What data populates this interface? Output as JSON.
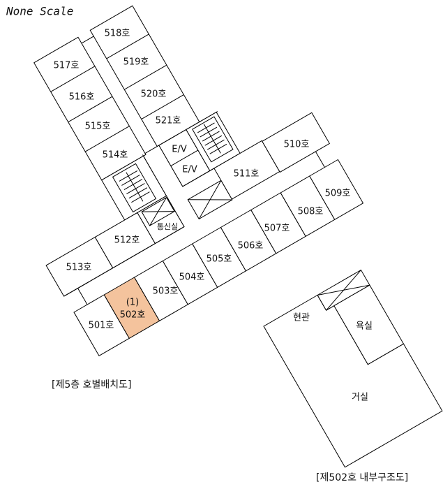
{
  "scale_note": "None Scale",
  "colors": {
    "highlight": "#f4c39d",
    "line": "#000000"
  },
  "floor_plan": {
    "caption": "[제5층 호별배치도]",
    "highlighted_room": "502호",
    "rooms": {
      "r501": "501호",
      "r502_tag": "(1)",
      "r502": "502호",
      "r503": "503호",
      "r504": "504호",
      "r505": "505호",
      "r506": "506호",
      "r507": "507호",
      "r508": "508호",
      "r509": "509호",
      "r510": "510호",
      "r511": "511호",
      "r512": "512호",
      "r513": "513호",
      "r514": "514호",
      "r515": "515호",
      "r516": "516호",
      "r517": "517호",
      "r518": "518호",
      "r519": "519호",
      "r520": "520호",
      "r521": "521호",
      "ev1": "E/V",
      "ev2": "E/V",
      "comm": "통신실"
    }
  },
  "unit_plan": {
    "caption": "[제502호 내부구조도]",
    "rooms": {
      "entrance": "현관",
      "bath": "욕실",
      "living": "거실"
    }
  }
}
